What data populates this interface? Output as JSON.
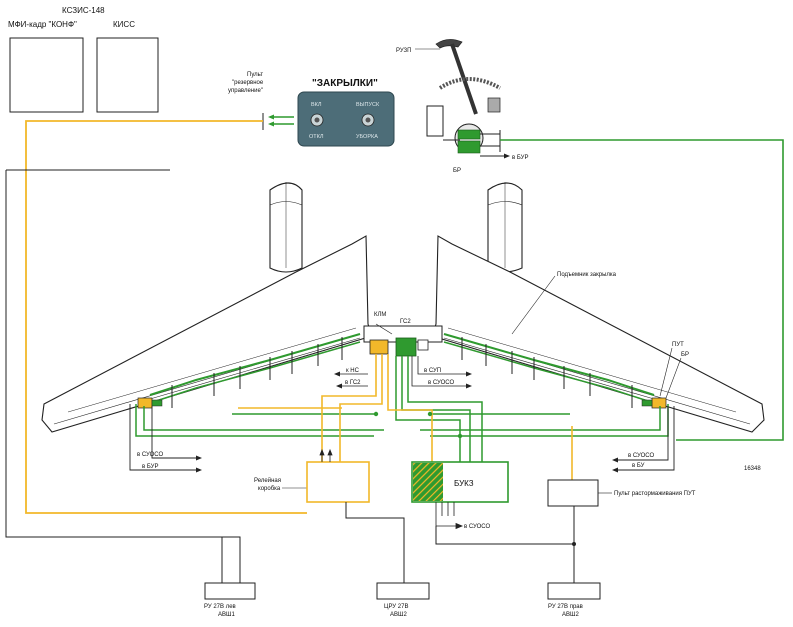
{
  "labels": {
    "kszis": "КСЗИС-148",
    "mfi": "МФИ-кадр \"КОНФ\"",
    "kiss": "КИСС",
    "pult_line1": "Пульт",
    "pult_line2": "\"резервное",
    "pult_line3": "управление\"",
    "zakrylki": "\"ЗАКРЫЛКИ\"",
    "vkl": "ВКЛ",
    "otkl": "ОТКЛ",
    "vypusk": "ВЫПУСК",
    "uborka": "УБОРКА",
    "ruzp": "РУЗП",
    "v_bur_top": "в БУР",
    "br_top": "БР",
    "podemnik": "Подъемник закрылка",
    "klm": "КЛМ",
    "gs2": "ГС2",
    "k_ns": "к НС",
    "v_gs2": "в ГС2",
    "v_sup": "в СУП",
    "v_suoso_mid": "в СУОСО",
    "put": "ПУТ",
    "br_right": "БР",
    "v_suoso_left": "в СУОСО",
    "v_bur_left": "в БУР",
    "v_suoso_right": "в СУОСО",
    "v_bu_right": "в БУ",
    "code": "16348",
    "releynaya1": "Релейная",
    "releynaya2": "коробка",
    "bukz": "БУКЗ",
    "v_suoso_bottom": "в СУОСО",
    "pult_rastorm": "Пульт растормаживания ПУТ",
    "ru_lev1": "РУ 27В лев",
    "ru_lev2": "АВШ1",
    "tsru1": "ЦРУ 27В",
    "tsru2": "АВШ2",
    "ru_prav1": "РУ 27В прав",
    "ru_prav2": "АВШ2"
  },
  "colors": {
    "green": "#2f9a2f",
    "yellow": "#f2b82a",
    "black": "#1a1a1a",
    "panel": "#4d6d78"
  }
}
